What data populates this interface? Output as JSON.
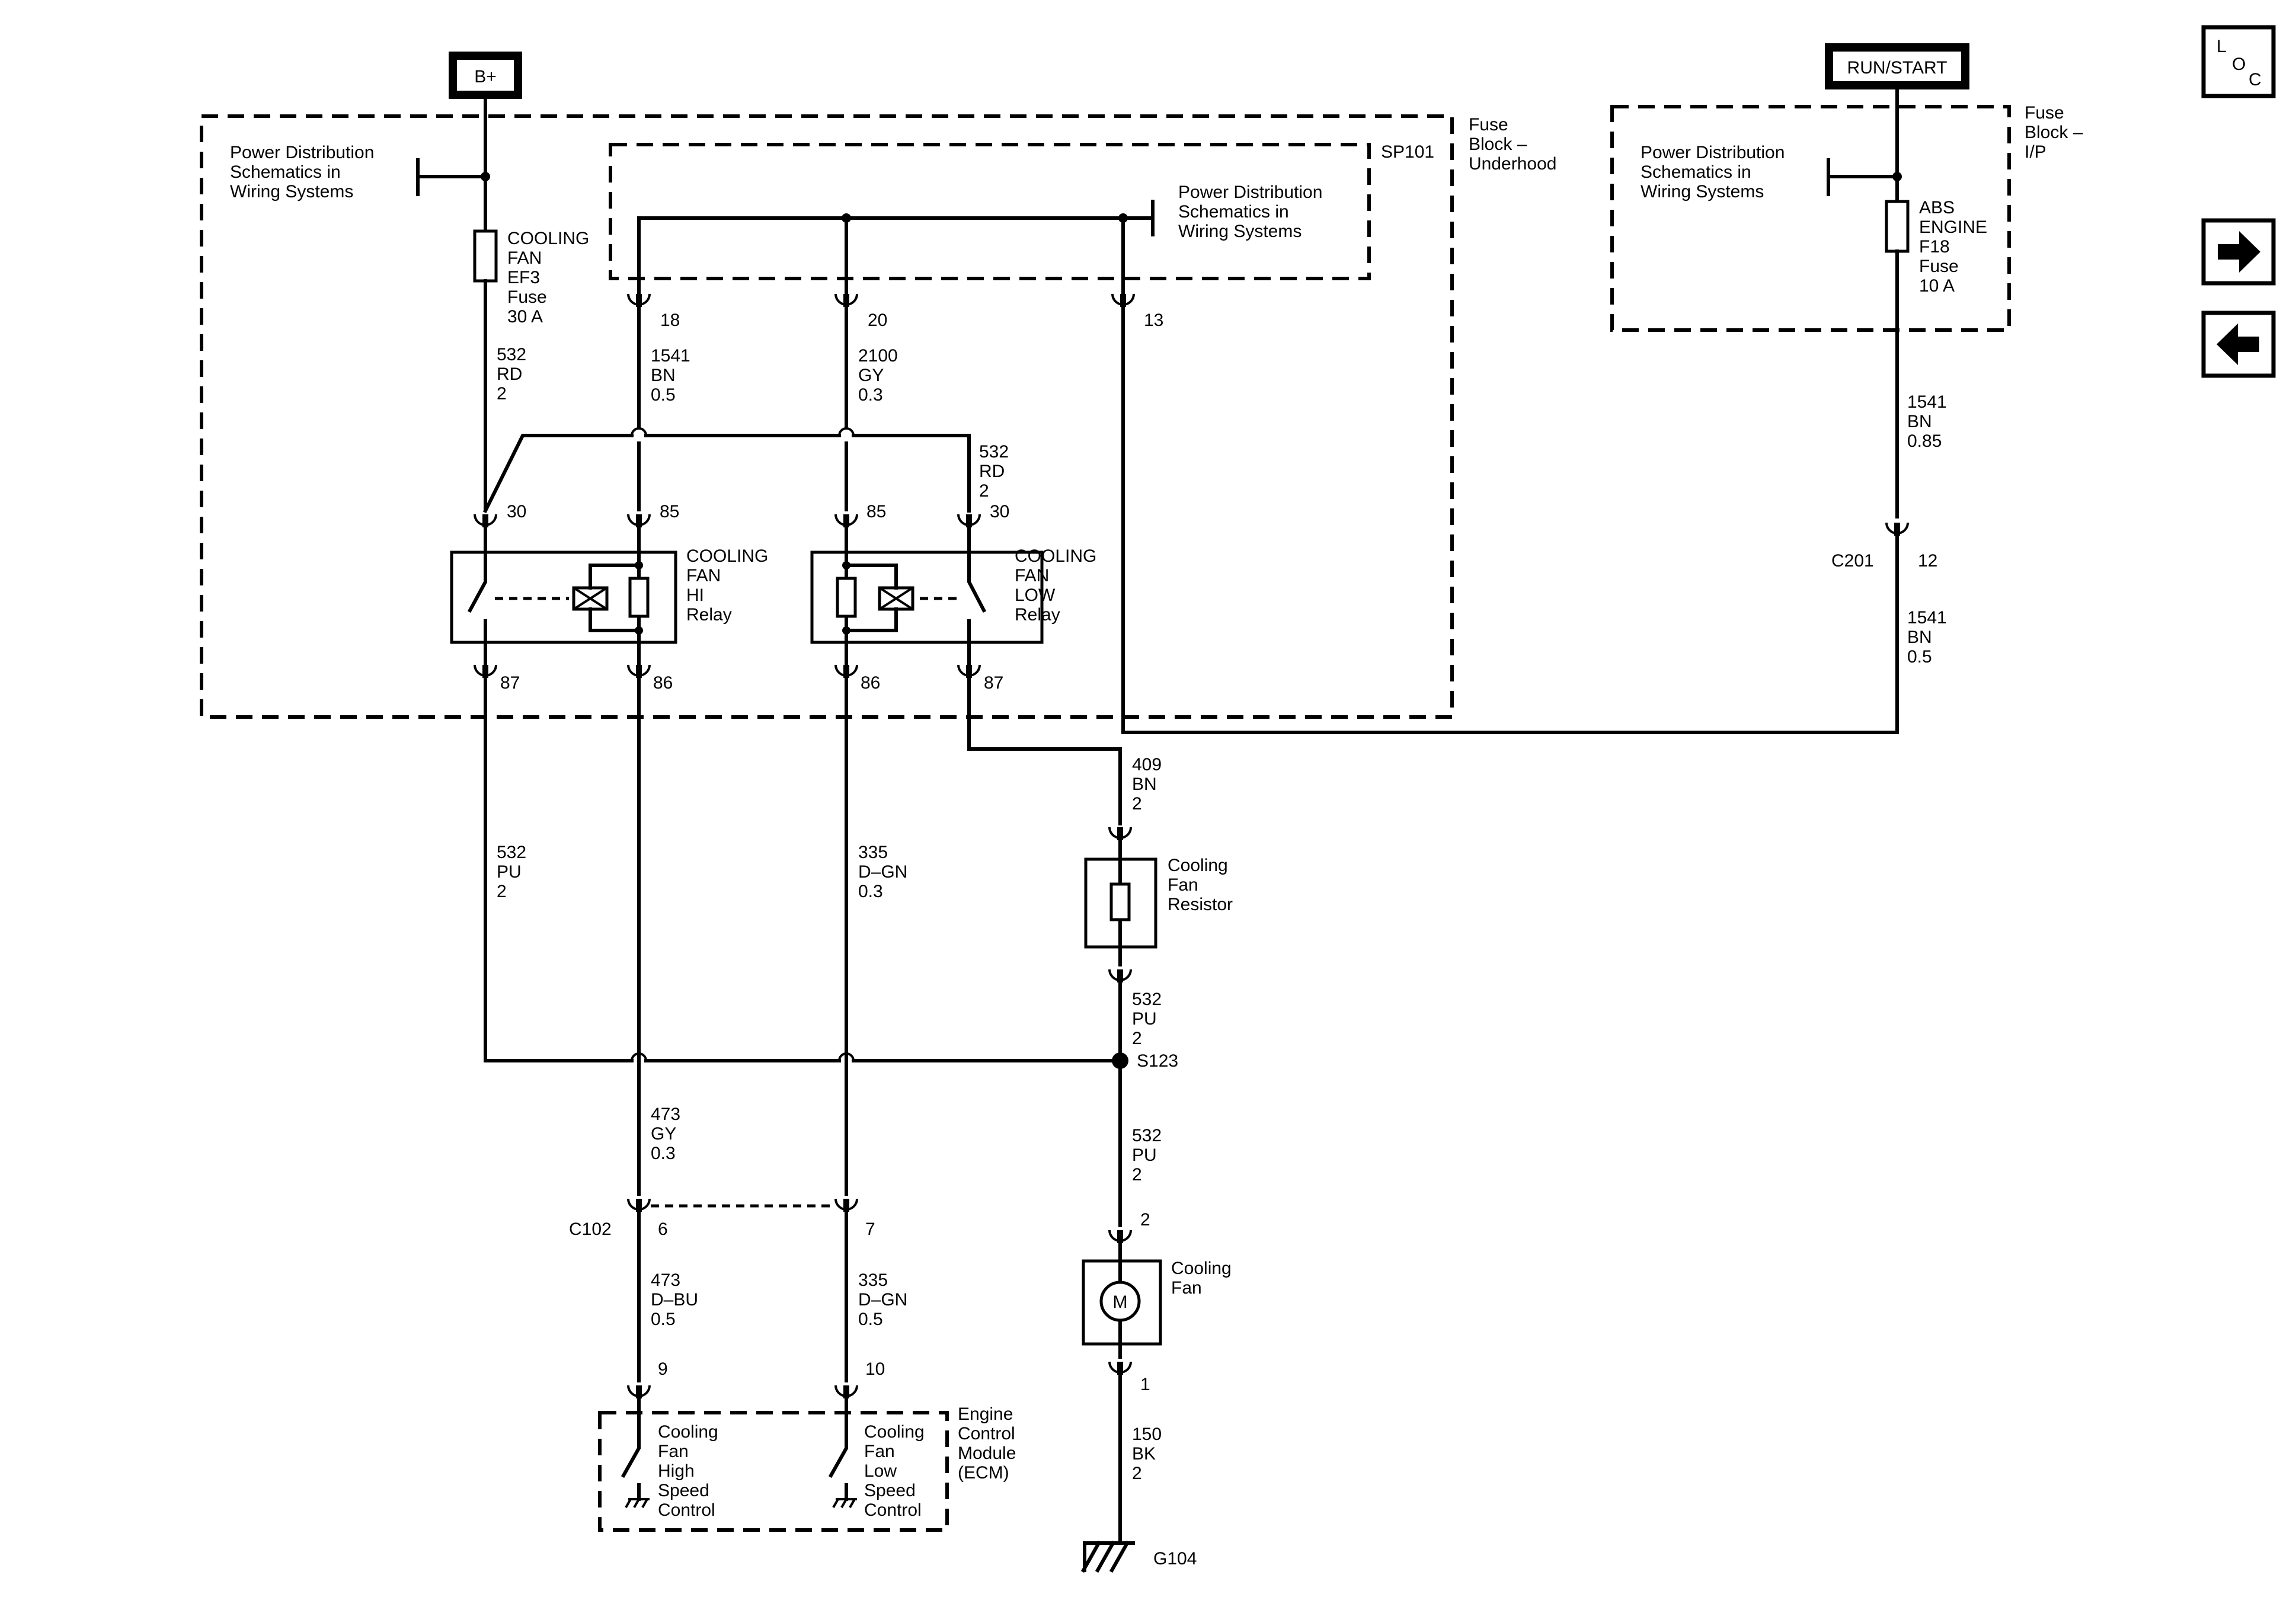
{
  "power_sources": {
    "b_plus": "B+",
    "run_start": "RUN/START"
  },
  "fuse_blocks": {
    "underhood": [
      "Fuse",
      "Block –",
      "Underhood"
    ],
    "ip": [
      "Fuse",
      "Block –",
      "I/P"
    ]
  },
  "splice_pack": "SP101",
  "power_dist_note": [
    "Power Distribution",
    "Schematics in",
    "Wiring Systems"
  ],
  "fuses": {
    "ef3": [
      "COOLING",
      "FAN",
      "EF3",
      "Fuse",
      "30 A"
    ],
    "f18": [
      "ABS",
      "ENGINE",
      "F18",
      "Fuse",
      "10 A"
    ]
  },
  "relays": {
    "hi": [
      "COOLING",
      "FAN",
      "HI",
      "Relay"
    ],
    "low": [
      "COOLING",
      "FAN",
      "LOW",
      "Relay"
    ]
  },
  "terminals": {
    "t18": "18",
    "t20": "20",
    "t13": "13",
    "hi_30": "30",
    "hi_85": "85",
    "low_85": "85",
    "low_30": "30",
    "hi_87": "87",
    "hi_86": "86",
    "low_86": "86",
    "low_87": "87",
    "c201_12": "12",
    "c102_6": "6",
    "c102_7": "7",
    "fan_2": "2",
    "fan_1": "1",
    "ecm_9": "9",
    "ecm_10": "10"
  },
  "connectors": {
    "c201": "C201",
    "c102": "C102"
  },
  "splice": "S123",
  "ground": "G104",
  "wires": {
    "w532_rd_top": [
      "532",
      "RD",
      "2"
    ],
    "w1541_bn_05_top": [
      "1541",
      "BN",
      "0.5"
    ],
    "w2100_gy": [
      "2100",
      "GY",
      "0.3"
    ],
    "w532_rd_cross": [
      "532",
      "RD",
      "2"
    ],
    "w1541_bn_085": [
      "1541",
      "BN",
      "0.85"
    ],
    "w1541_bn_05_right": [
      "1541",
      "BN",
      "0.5"
    ],
    "w532_pu_left": [
      "532",
      "PU",
      "2"
    ],
    "w335_dgn_03": [
      "335",
      "D–GN",
      "0.3"
    ],
    "w409_bn": [
      "409",
      "BN",
      "2"
    ],
    "w532_pu_res": [
      "532",
      "PU",
      "2"
    ],
    "w532_pu_fan": [
      "532",
      "PU",
      "2"
    ],
    "w473_gy": [
      "473",
      "GY",
      "0.3"
    ],
    "w473_dbu": [
      "473",
      "D–BU",
      "0.5"
    ],
    "w335_dgn_05": [
      "335",
      "D–GN",
      "0.5"
    ],
    "w150_bk": [
      "150",
      "BK",
      "2"
    ]
  },
  "components": {
    "resistor": [
      "Cooling",
      "Fan",
      "Resistor"
    ],
    "fan": [
      "Cooling",
      "Fan"
    ],
    "motor_symbol": "M",
    "ecm": [
      "Engine",
      "Control",
      "Module",
      "(ECM)"
    ],
    "ecm_high": [
      "Cooling",
      "Fan",
      "High",
      "Speed",
      "Control"
    ],
    "ecm_low": [
      "Cooling",
      "Fan",
      "Low",
      "Speed",
      "Control"
    ]
  },
  "nav": {
    "loc": [
      "L",
      "O",
      "C"
    ],
    "next_icon": "arrow-right-icon",
    "prev_icon": "arrow-left-icon"
  }
}
